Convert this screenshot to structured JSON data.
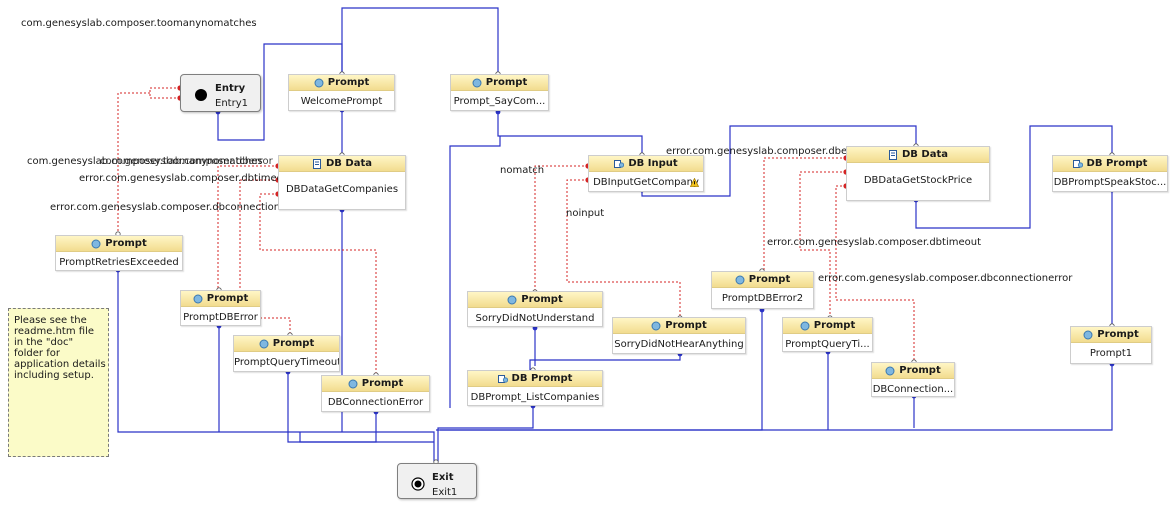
{
  "canvas": {
    "title": "com.genesyslab.composer.toomanynomatches"
  },
  "colors": {
    "flow": "#2b33c8",
    "exception": "#d42424",
    "header_top": "#fff6c6",
    "header_bottom": "#f2dc8f",
    "note_bg": "#fbfbc8"
  },
  "nodes": {
    "entry": {
      "type": "Entry",
      "name": "Entry1",
      "icon": "entry-dot-icon"
    },
    "exit": {
      "type": "Exit",
      "name": "Exit1",
      "icon": "exit-target-icon"
    },
    "welcome_prompt": {
      "type": "Prompt",
      "name": "WelcomePrompt",
      "icon": "prompt-icon"
    },
    "prompt_say_company": {
      "type": "Prompt",
      "name": "Prompt_SayCom...",
      "icon": "prompt-icon"
    },
    "db_data_get_companies": {
      "type": "DB Data",
      "name": "DBDataGetCompanies",
      "icon": "db-data-icon"
    },
    "db_input_get_company": {
      "type": "DB Input",
      "name": "DBInputGetCompany",
      "icon": "db-input-icon"
    },
    "db_data_get_stock_price": {
      "type": "DB Data",
      "name": "DBDataGetStockPrice",
      "icon": "db-data-icon"
    },
    "db_prompt_speak_stock": {
      "type": "DB Prompt",
      "name": "DBPromptSpeakStoc...",
      "icon": "db-prompt-icon"
    },
    "prompt_retries_exceeded": {
      "type": "Prompt",
      "name": "PromptRetriesExceeded",
      "icon": "prompt-icon"
    },
    "prompt_db_error": {
      "type": "Prompt",
      "name": "PromptDBError",
      "icon": "prompt-icon"
    },
    "prompt_query_timeout": {
      "type": "Prompt",
      "name": "PromptQueryTimeout",
      "icon": "prompt-icon"
    },
    "db_connection_error": {
      "type": "Prompt",
      "name": "DBConnectionError",
      "icon": "prompt-icon"
    },
    "sorry_did_not_understand": {
      "type": "Prompt",
      "name": "SorryDidNotUnderstand",
      "icon": "prompt-icon"
    },
    "sorry_did_not_hear": {
      "type": "Prompt",
      "name": "SorryDidNotHearAnything",
      "icon": "prompt-icon"
    },
    "db_prompt_list_companies": {
      "type": "DB Prompt",
      "name": "DBPrompt_ListCompanies",
      "icon": "db-prompt-icon"
    },
    "prompt_db_error2": {
      "type": "Prompt",
      "name": "PromptDBError2",
      "icon": "prompt-icon"
    },
    "prompt_query_ti": {
      "type": "Prompt",
      "name": "PromptQueryTi...",
      "icon": "prompt-icon"
    },
    "db_connection2": {
      "type": "Prompt",
      "name": "DBConnection...",
      "icon": "prompt-icon"
    },
    "prompt1": {
      "type": "Prompt",
      "name": "Prompt1",
      "icon": "prompt-icon"
    }
  },
  "labels": {
    "overlap_1": "com.genesyslab.composer.toomanynomatches",
    "overlap_2": "com.genesyslab.composer.dberror",
    "dbtimeout_left": "error.com.genesyslab.composer.dbtimeout",
    "dbconnectionerror_left": "error.com.genesyslab.composer.dbconnectionerror",
    "nomatch": "nomatch",
    "noinput": "noinput",
    "dberror_right": "error.com.genesyslab.composer.dberror",
    "dbtimeout_right": "error.com.genesyslab.composer.dbtimeout",
    "dbconnectionerror_right": "error.com.genesyslab.composer.dbconnectionerror"
  },
  "note": {
    "lines": [
      "Please see the",
      "readme.htm file",
      "in the \"doc\"",
      "folder for",
      "application details",
      "including setup."
    ]
  }
}
